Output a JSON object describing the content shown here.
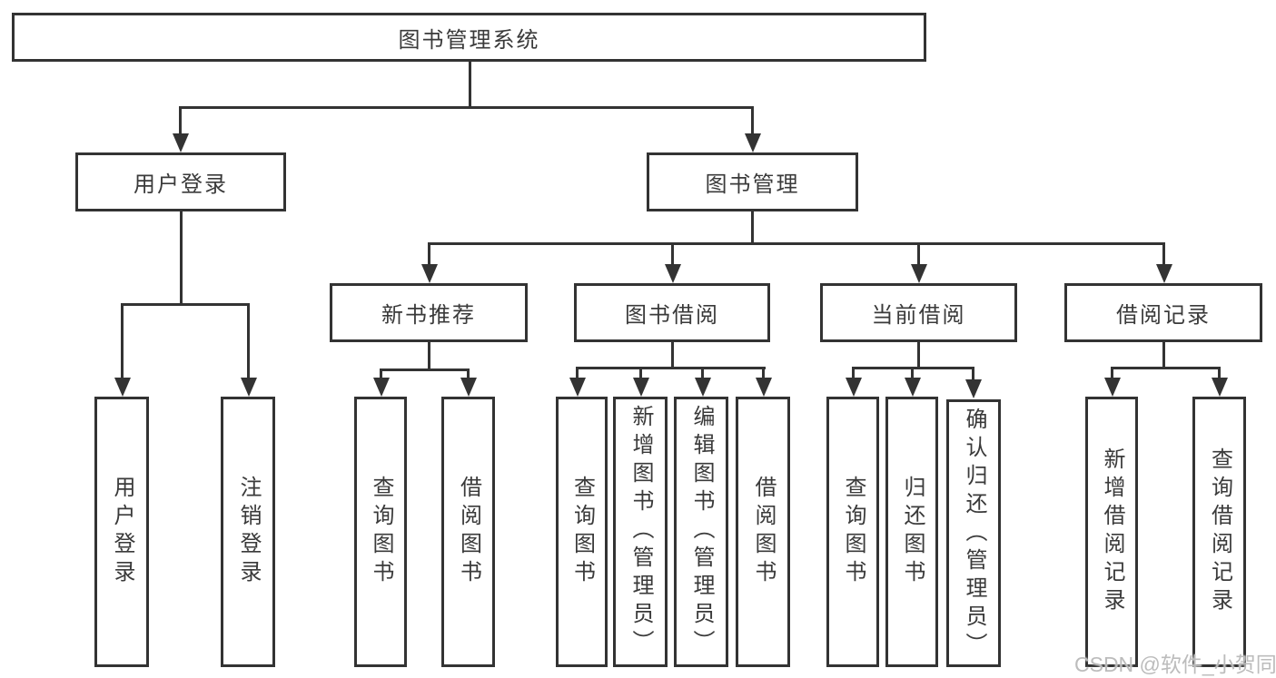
{
  "nodes": {
    "root": "图书管理系统",
    "user_login": "用户登录",
    "book_mgmt": "图书管理",
    "new_book_rec": "新书推荐",
    "book_borrow": "图书借阅",
    "current_borrow": "当前借阅",
    "borrow_records": "借阅记录"
  },
  "leaves": {
    "login": [
      "用户登录",
      "注销登录"
    ],
    "rec": [
      "查询图书",
      "借阅图书"
    ],
    "borrow": [
      "查询图书",
      "新增图书（管理员）",
      "编辑图书（管理员）",
      "借阅图书"
    ],
    "current": [
      "查询图书",
      "归还图书",
      "确认归还（管理员）"
    ],
    "records": [
      "新增借阅记录",
      "查询借阅记录"
    ]
  },
  "watermark": "CSDN @软件_小贺同学",
  "colors": {
    "line": "#333333",
    "text": "#3a3a3a",
    "watermark": "#b8b8b8",
    "background": "#ffffff"
  }
}
